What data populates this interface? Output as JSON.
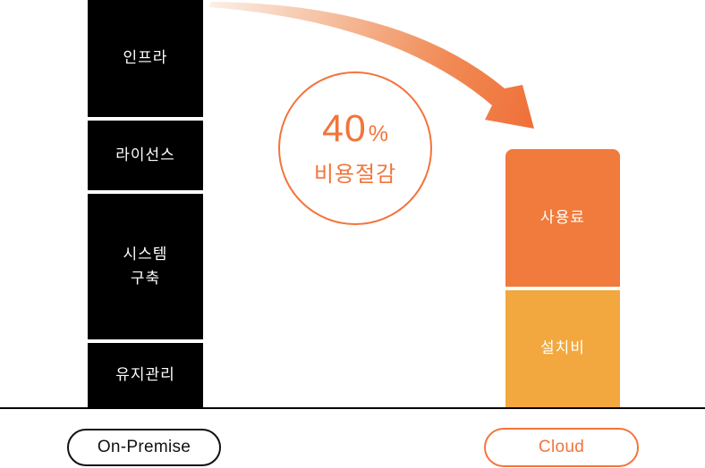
{
  "chart_data": {
    "type": "bar",
    "variant": "stacked-bar-comparison-infographic",
    "title": "",
    "categories": [
      "On-Premise",
      "Cloud"
    ],
    "value_unit": "relative cost (On-Premise total = 100, estimated from bar heights)",
    "series": [
      {
        "category": "On-Premise",
        "bar_color": "#000000",
        "label_color": "#FFFFFF",
        "segments_top_to_bottom": [
          {
            "label": "인프라",
            "value": 30
          },
          {
            "label": "라이선스",
            "value": 17
          },
          {
            "label": "시스템 구축",
            "value": 37
          },
          {
            "label": "유지관리",
            "value": 16
          }
        ],
        "total": 100
      },
      {
        "category": "Cloud",
        "label_color": "#FFFFFF",
        "segments_top_to_bottom": [
          {
            "label": "사용료",
            "value": 34,
            "color": "#F07B3C"
          },
          {
            "label": "설치비",
            "value": 29,
            "color": "#F2A83E"
          }
        ],
        "total": 63
      }
    ],
    "annotation": {
      "value": "40",
      "unit": "%",
      "caption": "비용절감"
    },
    "legend": "none",
    "grid": false,
    "axes": "baseline rule only"
  },
  "bars": {
    "on_premise": {
      "segments": [
        {
          "label": "인프라"
        },
        {
          "label": "라이선스"
        },
        {
          "label": "시스템\n구축"
        },
        {
          "label": "유지관리"
        }
      ]
    },
    "cloud": {
      "segments": [
        {
          "label": "사용료"
        },
        {
          "label": "설치비"
        }
      ]
    }
  },
  "badge": {
    "value": "40",
    "unit": "%",
    "caption": "비용절감"
  },
  "axis": {
    "on_premise_label": "On-Premise",
    "cloud_label": "Cloud"
  },
  "icons": {
    "cost_reduction_arrow": "curved-arrow-down-right"
  },
  "colors": {
    "accent": "#F3743B",
    "orange_dark": "#F07B3C",
    "orange_light": "#F2A83E",
    "bar_black": "#000000",
    "background": "#FFFFFF"
  }
}
